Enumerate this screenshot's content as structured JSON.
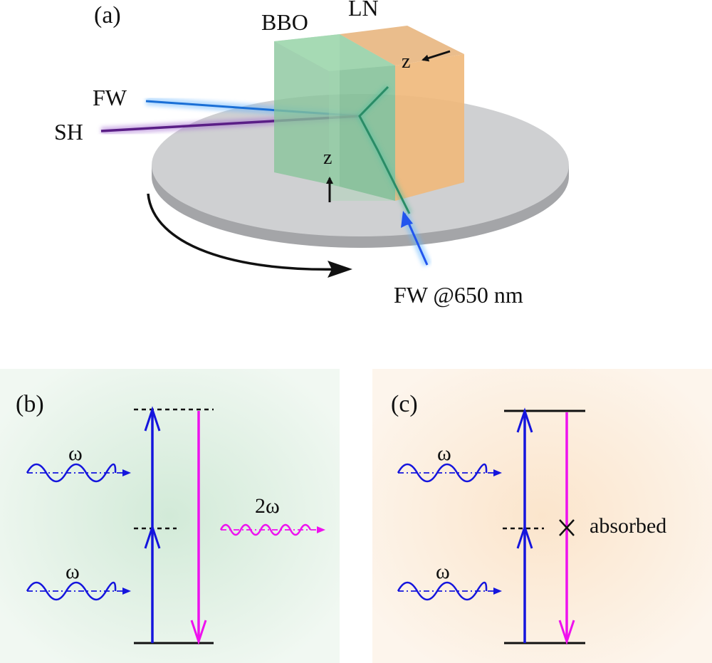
{
  "panel_a": {
    "label": "(a)",
    "crystal_left": "BBO",
    "crystal_right": "LN",
    "axis_bbo": "z",
    "axis_ln": "z",
    "beam_fw": "FW",
    "beam_sh": "SH",
    "pump": "FW @650 nm"
  },
  "panel_b": {
    "label": "(b)",
    "photon_top": "ω",
    "photon_bottom": "ω",
    "output": "2ω"
  },
  "panel_c": {
    "label": "(c)",
    "photon_top": "ω",
    "photon_bottom": "ω",
    "blocked": "absorbed"
  },
  "colors": {
    "fw": "#1a6fd6",
    "sh": "#6a2a8a",
    "pump": "#2255ee",
    "photon": "#1515dd",
    "sh_photon": "#ee11ee",
    "bbo": "#8fd2a4",
    "ln": "#efb97a",
    "stage": "#c8c9cb",
    "bg_b": "#e6f3e8",
    "bg_c": "#fdf0e2"
  }
}
